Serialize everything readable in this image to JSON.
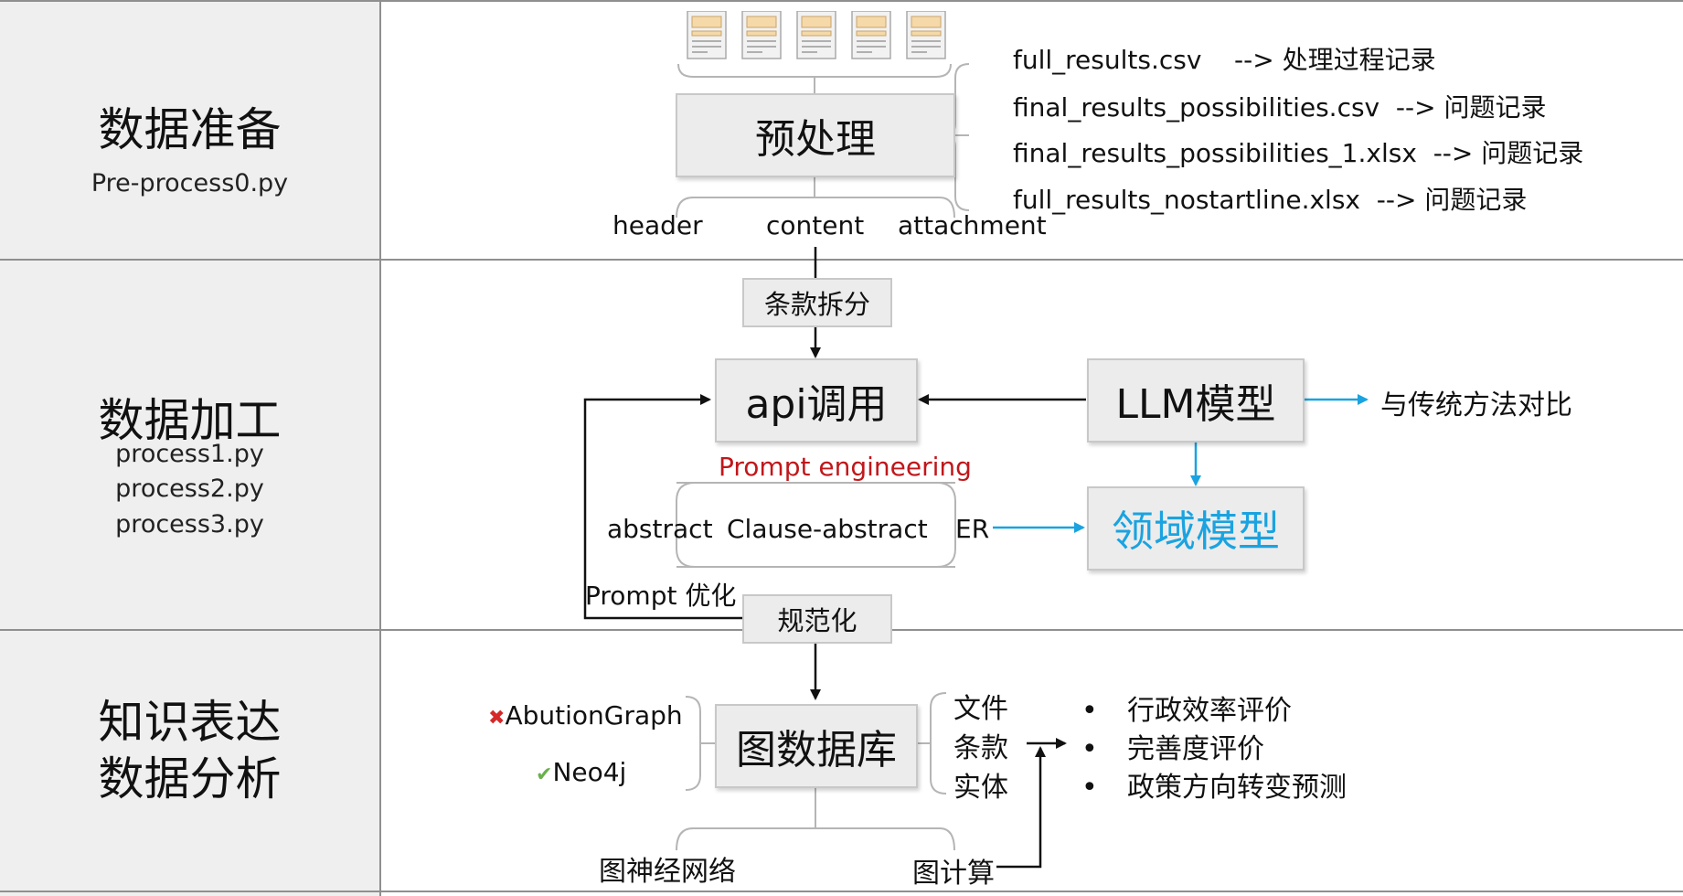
{
  "stages": {
    "prep": {
      "title": "数据准备",
      "file": "Pre-process0.py"
    },
    "process": {
      "title": "数据加工",
      "files": [
        "process1.py",
        "process2.py",
        "process3.py"
      ]
    },
    "express": {
      "title_line1": "知识表达",
      "title_line2": "数据分析"
    }
  },
  "prep": {
    "box": "预处理",
    "outputs": [
      "full_results.csv    --> 处理过程记录",
      "final_results_possibilities.csv  --> 问题记录",
      "final_results_possibilities_1.xlsx  --> 问题记录",
      "full_results_nostartline.xlsx  --> 问题记录"
    ],
    "fields": [
      "header",
      "content",
      "attachment"
    ]
  },
  "process": {
    "split": "条款拆分",
    "api": "api调用",
    "llm": "LLM模型",
    "compare": "与传统方法对比",
    "prompt_engineering": "Prompt engineering",
    "abstract": "abstract",
    "clause_abstract": "Clause-abstract",
    "er": "ER",
    "domain_model": "领域模型",
    "prompt_opt": "Prompt 优化",
    "normalize": "规范化"
  },
  "express": {
    "graphdb": "图数据库",
    "option_bad": "AbutionGraph",
    "option_good": "Neo4j",
    "bad_mark": "✖",
    "good_mark": "✔",
    "entities": [
      "文件",
      "条款",
      "实体"
    ],
    "bullets": [
      "行政效率评价",
      "完善度评价",
      "政策方向转变预测"
    ],
    "bullet_symbol": "•",
    "gnn": "图神经网络",
    "graph_calc": "图计算"
  },
  "colors": {
    "accent_blue": "#1aa3e0",
    "prompt_red": "#c0171b",
    "check_green": "#6ab04c",
    "cross_red": "#d62828"
  }
}
